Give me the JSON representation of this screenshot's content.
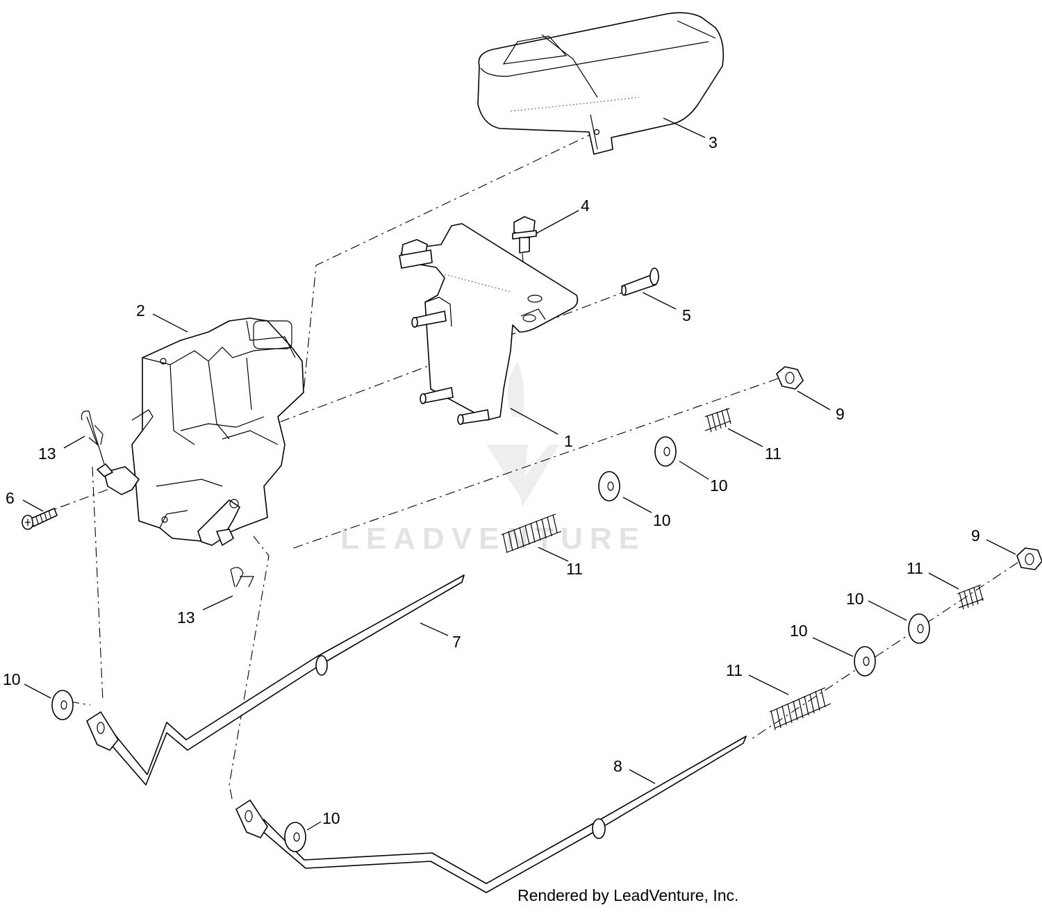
{
  "watermark": {
    "text": "LEADVENTURE"
  },
  "credit": "Rendered by LeadVenture, Inc.",
  "callouts": [
    {
      "id": "c1",
      "label": "1"
    },
    {
      "id": "c2",
      "label": "2"
    },
    {
      "id": "c3",
      "label": "3"
    },
    {
      "id": "c4",
      "label": "4"
    },
    {
      "id": "c5",
      "label": "5"
    },
    {
      "id": "c6",
      "label": "6"
    },
    {
      "id": "c7",
      "label": "7"
    },
    {
      "id": "c8",
      "label": "8"
    },
    {
      "id": "c9a",
      "label": "9"
    },
    {
      "id": "c9b",
      "label": "9"
    },
    {
      "id": "c10a",
      "label": "10"
    },
    {
      "id": "c10b",
      "label": "10"
    },
    {
      "id": "c10c",
      "label": "10"
    },
    {
      "id": "c10d",
      "label": "10"
    },
    {
      "id": "c10e",
      "label": "10"
    },
    {
      "id": "c10f",
      "label": "10"
    },
    {
      "id": "c11a",
      "label": "11"
    },
    {
      "id": "c11b",
      "label": "11"
    },
    {
      "id": "c11c",
      "label": "11"
    },
    {
      "id": "c11d",
      "label": "11"
    },
    {
      "id": "c13a",
      "label": "13"
    },
    {
      "id": "c13b",
      "label": "13"
    }
  ]
}
